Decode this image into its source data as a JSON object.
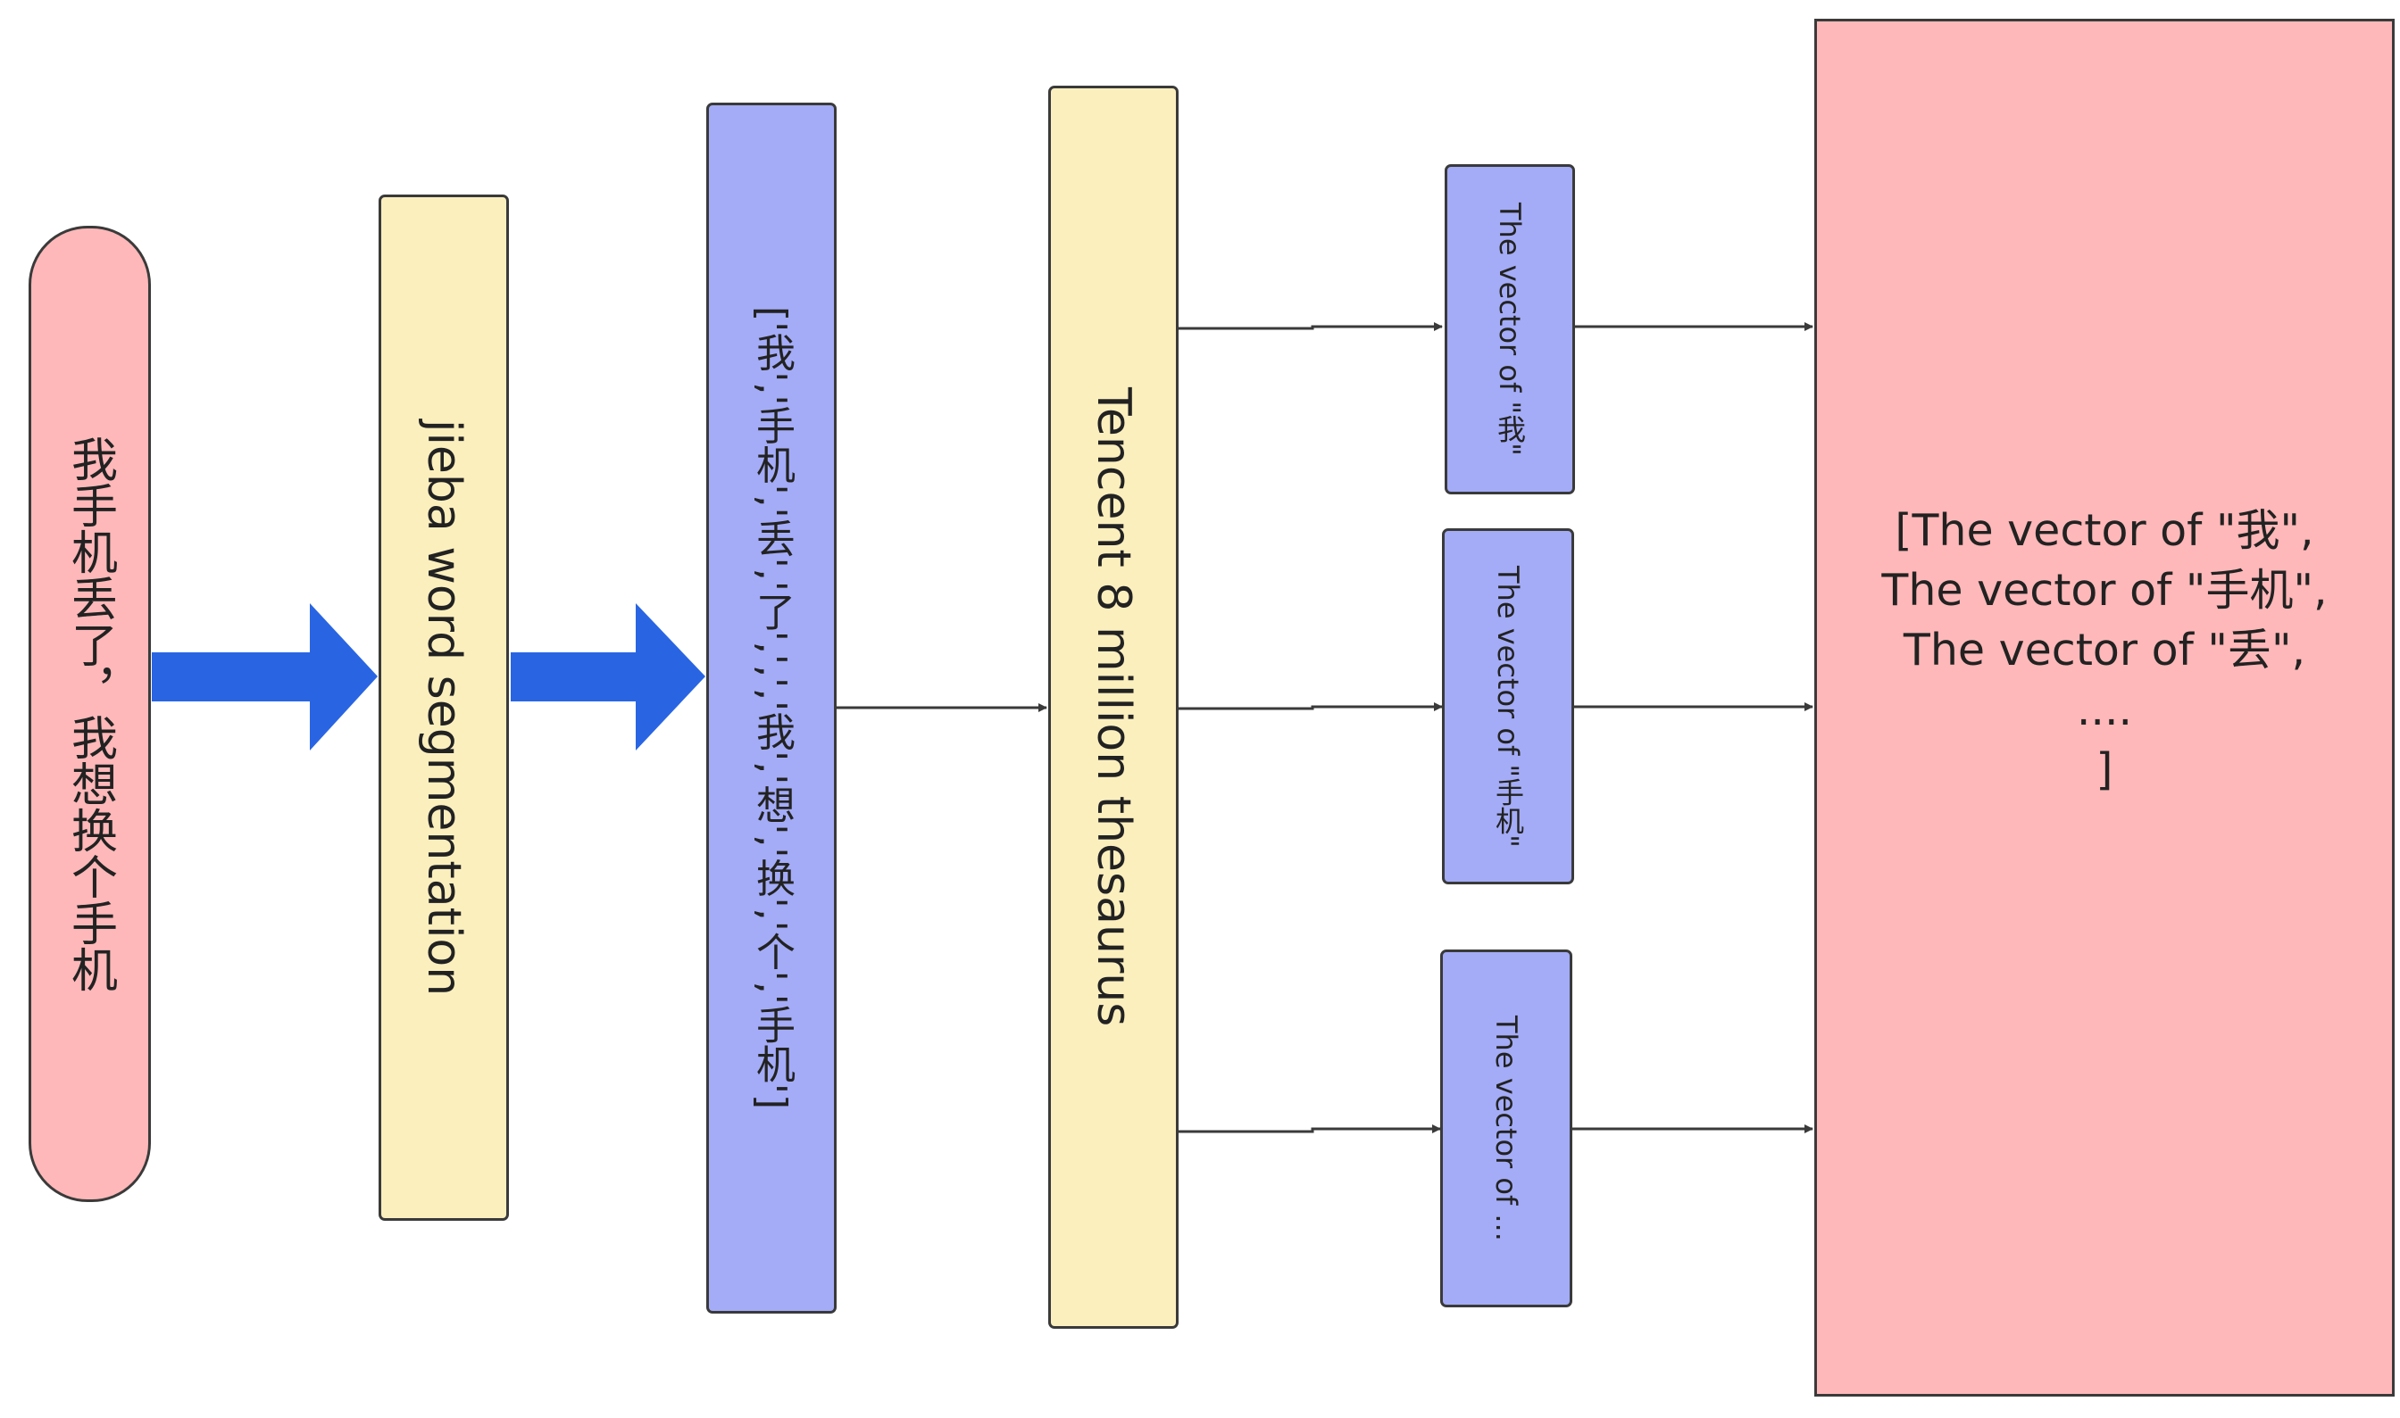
{
  "colors": {
    "pink": "#feb8b9",
    "yellow": "#fbefbe",
    "blue": "#a4acf7",
    "result": "#ffb8b9",
    "big_arrow": "#2965e3",
    "connector": "#3a3a3a"
  },
  "nodes": {
    "input_sentence": "我手机丢了，我想换个手机",
    "segmenter": "jieba word segmentation",
    "token_list": "['我','手机','丢','了',',','我','想','换','个','手机']",
    "thesaurus": "Tencent 8 million thesaurus",
    "vectors": [
      {
        "label": "The vector of \"我\""
      },
      {
        "label": "The vector of \"手机\""
      },
      {
        "label": "The vector of ..."
      }
    ],
    "result_lines": [
      "[The vector of \"我\",",
      "The vector of \"手机\",",
      "The vector of \"丢\",",
      "....",
      "]"
    ]
  },
  "icons": {
    "big_arrow": "thick-right-arrow-icon",
    "connector": "thin-right-arrow-icon"
  }
}
